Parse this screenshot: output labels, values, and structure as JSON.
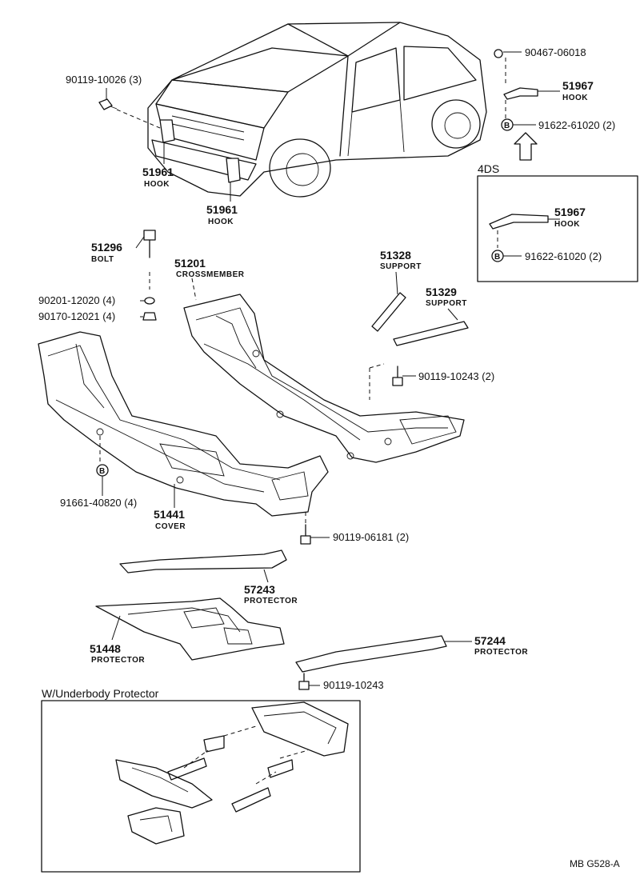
{
  "diagram": {
    "parts": {
      "p90119_10026": {
        "number": "90119-10026",
        "qty": "(3)"
      },
      "p51961_a": {
        "number": "51961",
        "name": "HOOK"
      },
      "p51961_b": {
        "number": "51961",
        "name": "HOOK"
      },
      "p90467": {
        "number": "90467-06018"
      },
      "p51967_top": {
        "number": "51967",
        "name": "HOOK"
      },
      "p91622_top": {
        "number": "91622-61020",
        "qty": "(2)",
        "marker": "B"
      },
      "p51967_4ds": {
        "number": "51967",
        "name": "HOOK"
      },
      "p91622_4ds": {
        "number": "91622-61020",
        "qty": "(2)",
        "marker": "B"
      },
      "p51296": {
        "number": "51296",
        "name": "BOLT"
      },
      "p51201": {
        "number": "51201",
        "name": "CROSSMEMBER"
      },
      "p90201": {
        "number": "90201-12020",
        "qty": "(4)"
      },
      "p90170": {
        "number": "90170-12021",
        "qty": "(4)"
      },
      "p51328": {
        "number": "51328",
        "name": "SUPPORT"
      },
      "p51329": {
        "number": "51329",
        "name": "SUPPORT"
      },
      "p90119_10243a": {
        "number": "90119-10243",
        "qty": "(2)"
      },
      "p91661": {
        "number": "91661-40820",
        "qty": "(4)",
        "marker": "B"
      },
      "p51441": {
        "number": "51441",
        "name": "COVER"
      },
      "p90119_06181": {
        "number": "90119-06181",
        "qty": "(2)"
      },
      "p57243": {
        "number": "57243",
        "name": "PROTECTOR"
      },
      "p51448": {
        "number": "51448",
        "name": "PROTECTOR"
      },
      "p57244": {
        "number": "57244",
        "name": "PROTECTOR"
      },
      "p90119_10243b": {
        "number": "90119-10243"
      }
    },
    "box_4ds": {
      "title": "4DS"
    },
    "box_underbody": {
      "title": "W/Underbody Protector"
    },
    "figure_code": "MB G528-A"
  }
}
